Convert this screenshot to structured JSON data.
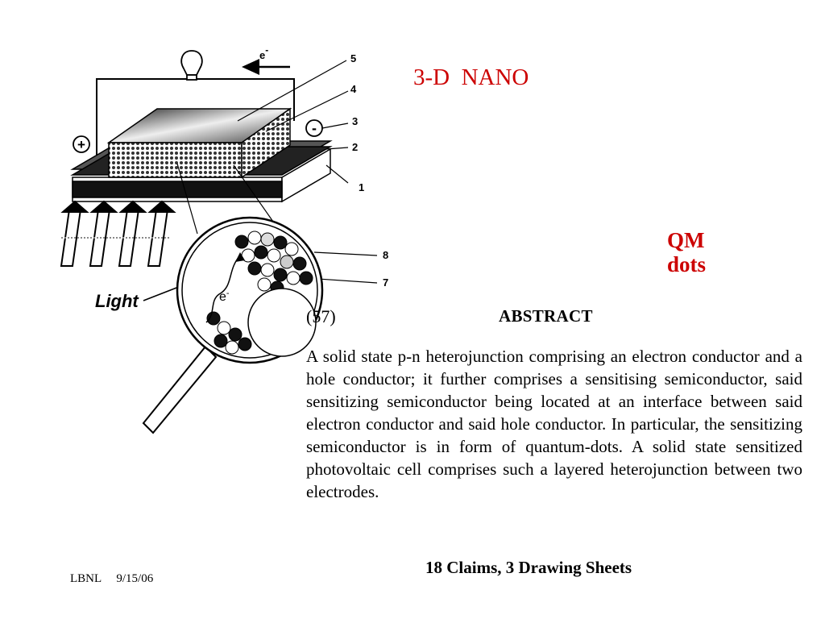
{
  "slide": {
    "title": "3-D  NANO",
    "side_label_line1": "QM",
    "side_label_line2": "dots",
    "accent_color": "#cc0000"
  },
  "figure": {
    "electron_symbol": "e",
    "electron_charge": "-",
    "plus_symbol": "+",
    "minus_symbol": "-",
    "light_label": "Light",
    "labels": [
      "5",
      "4",
      "3",
      "2",
      "1",
      "8",
      "7"
    ]
  },
  "abstract": {
    "number": "(57)",
    "heading": "ABSTRACT",
    "body": "A solid state p-n heterojunction comprising an electron conductor and a hole conductor; it further comprises a sensitising semiconductor, said sensitizing semiconductor being located at an interface between said electron conductor and said hole conductor. In particular, the sensitizing semiconductor is in form of quantum-dots. A solid state sensitized photovoltaic cell comprises such a layered heterojunction between two electrodes."
  },
  "claims": "18 Claims, 3 Drawing Sheets",
  "footer": {
    "org": "LBNL",
    "date": "9/15/06"
  }
}
